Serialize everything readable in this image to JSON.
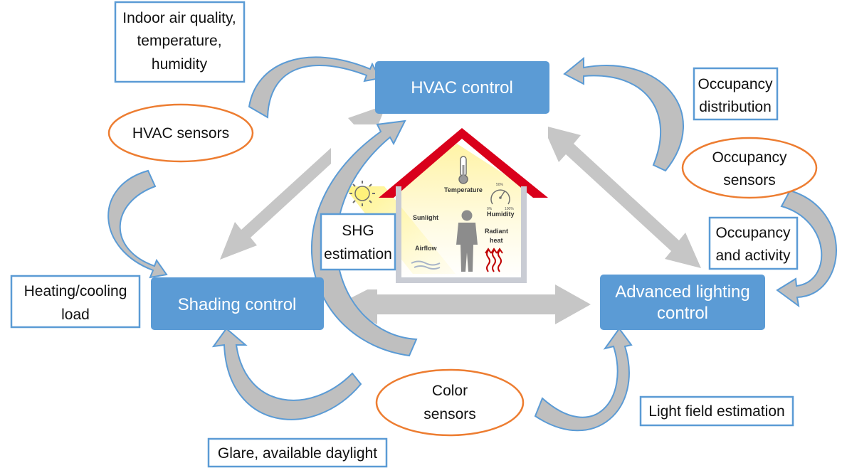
{
  "controls": {
    "hvac": "HVAC control",
    "shading": "Shading control",
    "lighting": [
      "Advanced lighting",
      "control"
    ]
  },
  "sensors": {
    "hvac": "HVAC sensors",
    "occupancy": [
      "Occupancy",
      "sensors"
    ],
    "color": [
      "Color",
      "sensors"
    ]
  },
  "info": {
    "indoor_air": [
      "Indoor air quality,",
      "temperature,",
      "humidity"
    ],
    "occupancy_distribution": [
      "Occupancy",
      "distribution"
    ],
    "occupancy_activity": [
      "Occupancy",
      "and activity"
    ],
    "heating_cooling": [
      "Heating/cooling",
      "load"
    ],
    "shg": [
      "SHG",
      "estimation"
    ],
    "light_field": "Light field estimation",
    "glare": "Glare, available daylight"
  },
  "house": {
    "temperature": "Temperature",
    "humidity": "Humidity",
    "sunlight": "Sunlight",
    "airflow": "Airflow",
    "radiant_heat": [
      "Radiant",
      "heat"
    ],
    "gauge_low": "0%",
    "gauge_high": "100%",
    "gauge_mid": "50%"
  },
  "colors": {
    "control_fill": "#5b9bd5",
    "box_border": "#5b9bd5",
    "sensor_border": "#ed7d31",
    "double_arrow": "#c6c6c6",
    "curved_arrow_fill": "#bfbfbf",
    "curved_arrow_stroke": "#5b9bd5",
    "roof": "#d9001b"
  }
}
